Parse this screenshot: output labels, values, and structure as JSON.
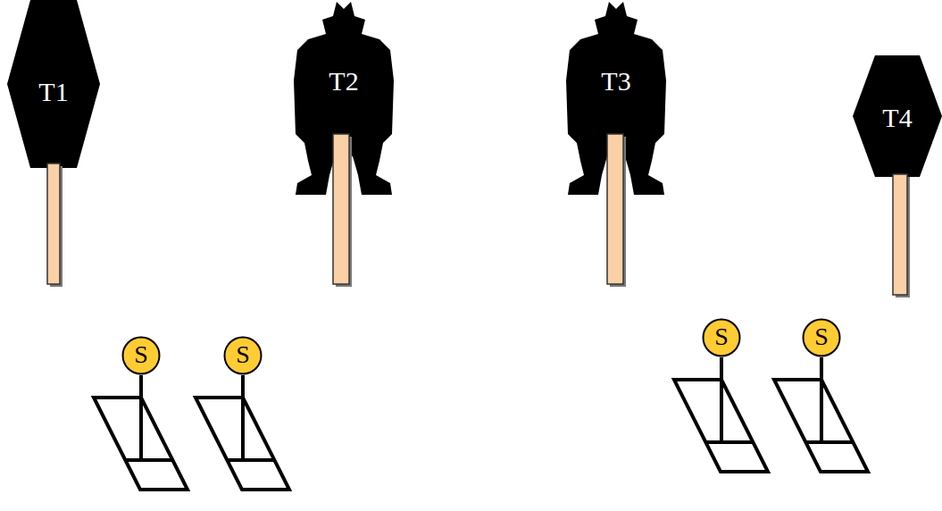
{
  "diagram": {
    "nodes": [
      {
        "text": [
          "T1"
        ]
      },
      {
        "text": [
          "T2"
        ]
      },
      {
        "text": [
          "T3"
        ]
      },
      {
        "text": [
          "T4"
        ]
      },
      {
        "text": [
          "S"
        ]
      },
      {
        "text": [
          "S"
        ]
      },
      {
        "text": [
          "S"
        ]
      },
      {
        "text": [
          "S"
        ]
      }
    ]
  }
}
